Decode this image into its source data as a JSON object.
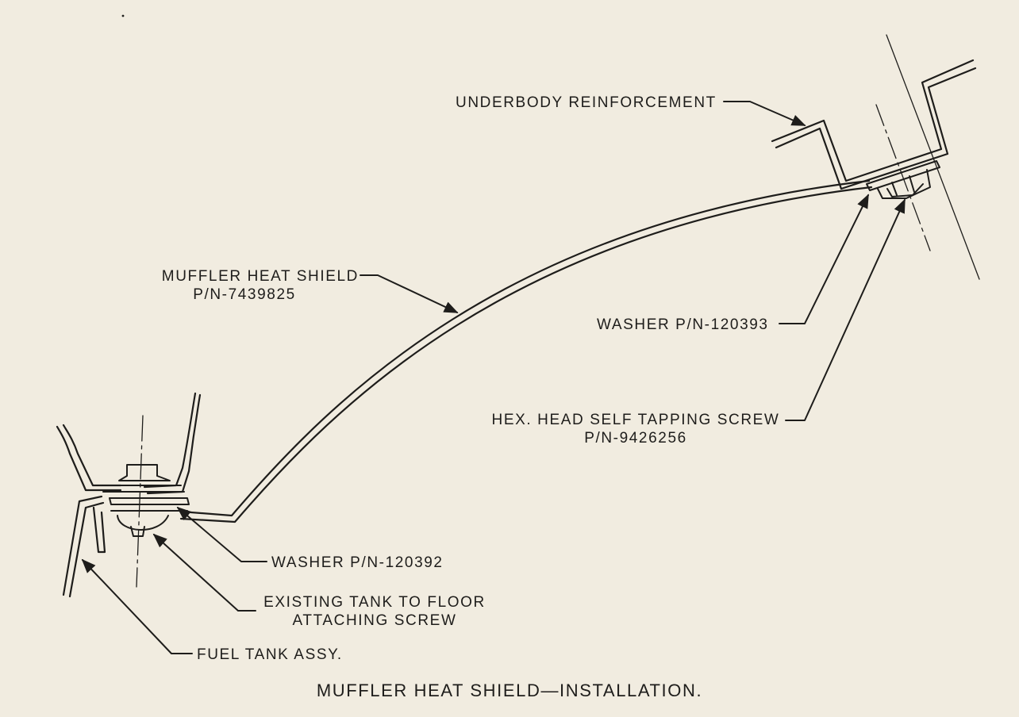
{
  "caption": "MUFFLER HEAT SHIELD—INSTALLATION.",
  "labels": {
    "underbody": "UNDERBODY REINFORCEMENT",
    "shield_line1": "MUFFLER HEAT SHIELD",
    "shield_line2": "P/N-7439825",
    "washer_right": "WASHER P/N-120393",
    "screw_line1": "HEX. HEAD SELF TAPPING SCREW",
    "screw_line2": "P/N-9426256",
    "washer_left": "WASHER P/N-120392",
    "tank_screw_line1": "EXISTING TANK TO FLOOR",
    "tank_screw_line2": "ATTACHING SCREW",
    "fuel_tank": "FUEL TANK ASSY."
  },
  "colors": {
    "paper": "#f1ece0",
    "ink": "#1e1d1b"
  }
}
